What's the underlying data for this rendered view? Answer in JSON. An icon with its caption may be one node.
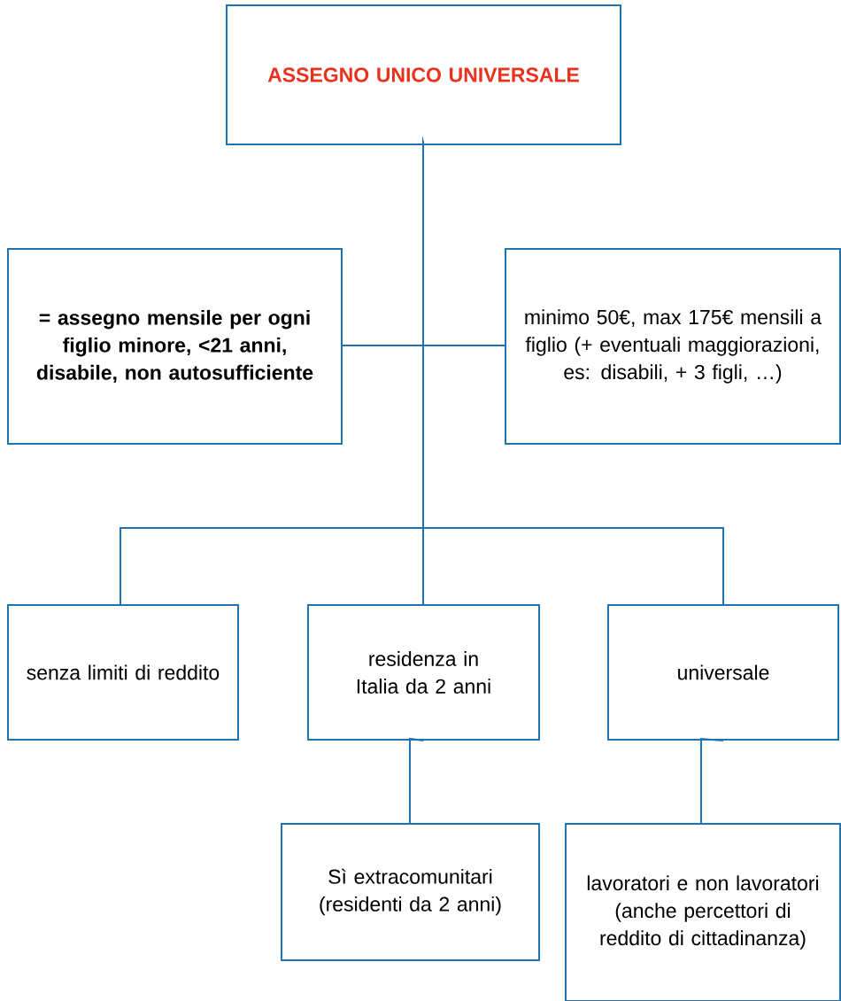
{
  "diagram": {
    "nodes": [
      {
        "text": [
          "ASSEGNO UNICO UNIVERSALE"
        ]
      },
      {
        "text": [
          "= assegno mensile per ogni figlio minore, <21 anni, disabile, non autosufficiente"
        ]
      },
      {
        "text": [
          "minimo 50€, max 175€ mensili a figlio (+ eventuali maggiorazioni, es: disabili, + 3 figli, …)"
        ]
      },
      {
        "text": [
          "senza limiti di reddito"
        ]
      },
      {
        "text": [
          "residenza in Italia da 2 anni"
        ]
      },
      {
        "text": [
          "universale"
        ]
      },
      {
        "text": [
          "Sì extracomunitari (residenti da 2 anni)"
        ]
      },
      {
        "text": [
          "lavoratori e non lavoratori (anche percettori di reddito di cittadinanza)"
        ]
      }
    ],
    "edges": [
      {
        "from": 0,
        "to": 1,
        "arrow": "none"
      },
      {
        "from": 0,
        "to": 2,
        "arrow": "none"
      },
      {
        "from": 0,
        "to": 3,
        "arrow": "none"
      },
      {
        "from": 0,
        "to": 4,
        "arrow": "none"
      },
      {
        "from": 0,
        "to": 5,
        "arrow": "none"
      },
      {
        "from": 4,
        "to": 6,
        "arrow": "none"
      },
      {
        "from": 5,
        "to": 7,
        "arrow": "none"
      }
    ]
  }
}
